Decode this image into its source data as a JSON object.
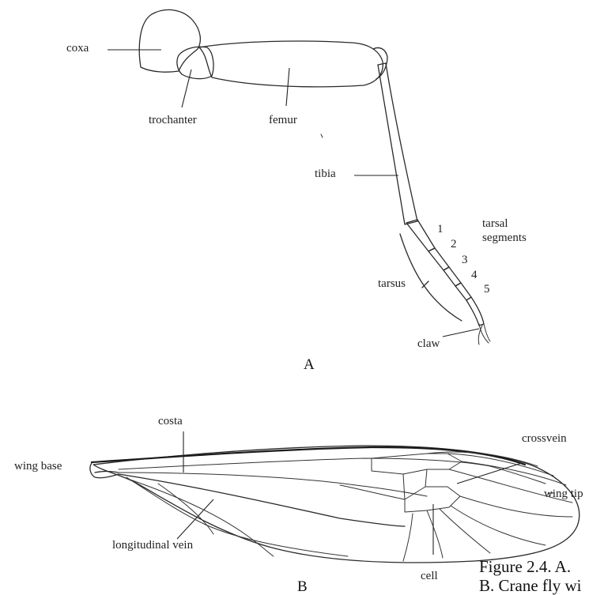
{
  "figure": {
    "part_a": {
      "letter": "A",
      "labels": {
        "coxa": "coxa",
        "trochanter": "trochanter",
        "femur": "femur",
        "tibia": "tibia",
        "tarsal_segments_line1": "tarsal",
        "tarsal_segments_line2": "segments",
        "tarsus": "tarsus",
        "claw": "claw",
        "segment_numbers": [
          "1",
          "2",
          "3",
          "4",
          "5"
        ]
      }
    },
    "part_b": {
      "letter": "B",
      "labels": {
        "costa": "costa",
        "wing_base": "wing base",
        "crossvein": "crossvein",
        "wing_tip": "wing tip",
        "longitudinal_vein": "longitudinal vein",
        "cell": "cell"
      }
    },
    "caption": {
      "line1": "Figure 2.4.  A.",
      "line2": "B. Crane fly wi"
    }
  }
}
